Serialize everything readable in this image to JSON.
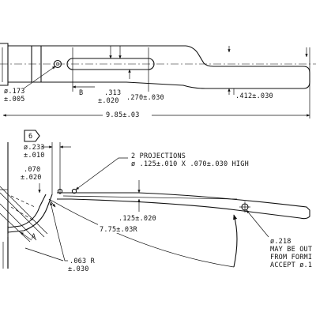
{
  "top_view": {
    "hole_diameter": "ø.173",
    "hole_diameter_tol": "±.005",
    "dim_slot_offset": ".313",
    "dim_slot_offset_tol": "±.020",
    "dim_slot_width": ".270±.030",
    "dim_width": ".412±.030",
    "section_label": "B",
    "overall_length": "9.85±.03"
  },
  "side_view": {
    "note_flag": "6",
    "dia_233": "ø.233",
    "dia_233_tol": "±.010",
    "dim_070": ".070",
    "dim_070_tol": "±.020",
    "projections_line1": "2 PROJECTIONS",
    "projections_line2": "ø .125±.010 X .070±.030 HIGH",
    "dim_125": ".125±.020",
    "radius_775": "7.75±.03R",
    "view_label": "A",
    "radius_063": ".063 R",
    "radius_063_tol": "±.030",
    "hole_218": "ø.218",
    "note_line1": "MAY BE OUT",
    "note_line2": "FROM FORMI",
    "note_line3": "ACCEPT ø.1"
  }
}
